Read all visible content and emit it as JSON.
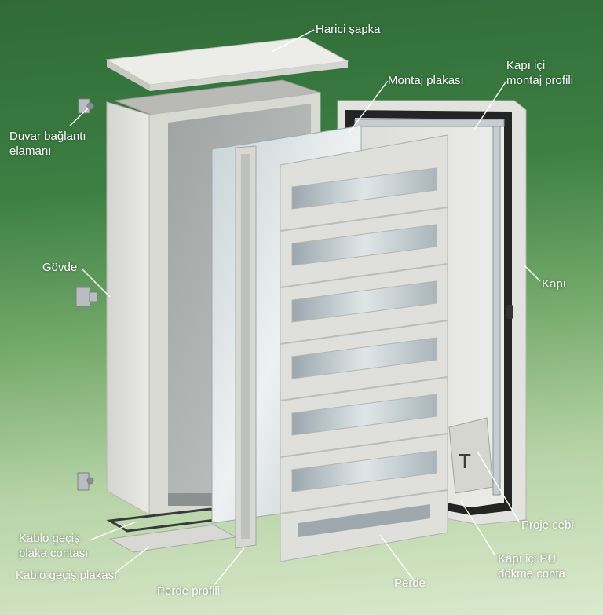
{
  "labels": {
    "harici_sapka": "Harici şapka",
    "montaj_plakasi": "Montaj plakası",
    "kapi_ici_profil_1": "Kapı içi",
    "kapi_ici_profil_2": "montaj profili",
    "duvar_baglanti_1": "Duvar bağlantı",
    "duvar_baglanti_2": "elamanı",
    "govde": "Gövde",
    "kapi": "Kapı",
    "proje_cebi": "Proje cebi",
    "kapi_ici_pu_1": "Kapı içi PU",
    "kapi_ici_pu_2": "dökme conta",
    "perde": "Perde",
    "perde_profili": "Perde profili",
    "kablo_gecis_conta_1": "Kablo geçiş",
    "kablo_gecis_conta_2": "plaka contası",
    "kablo_gecis_plakasi": "Kablo geçiş plakası",
    "pocket_letter": "T"
  },
  "colors": {
    "panel": "#e6e6e2",
    "panel_shade": "#c9cac4",
    "plate": "#d9dcda",
    "window": "#bcc5c8",
    "gasket": "#2a2a2a",
    "leader": "#ffffff"
  }
}
